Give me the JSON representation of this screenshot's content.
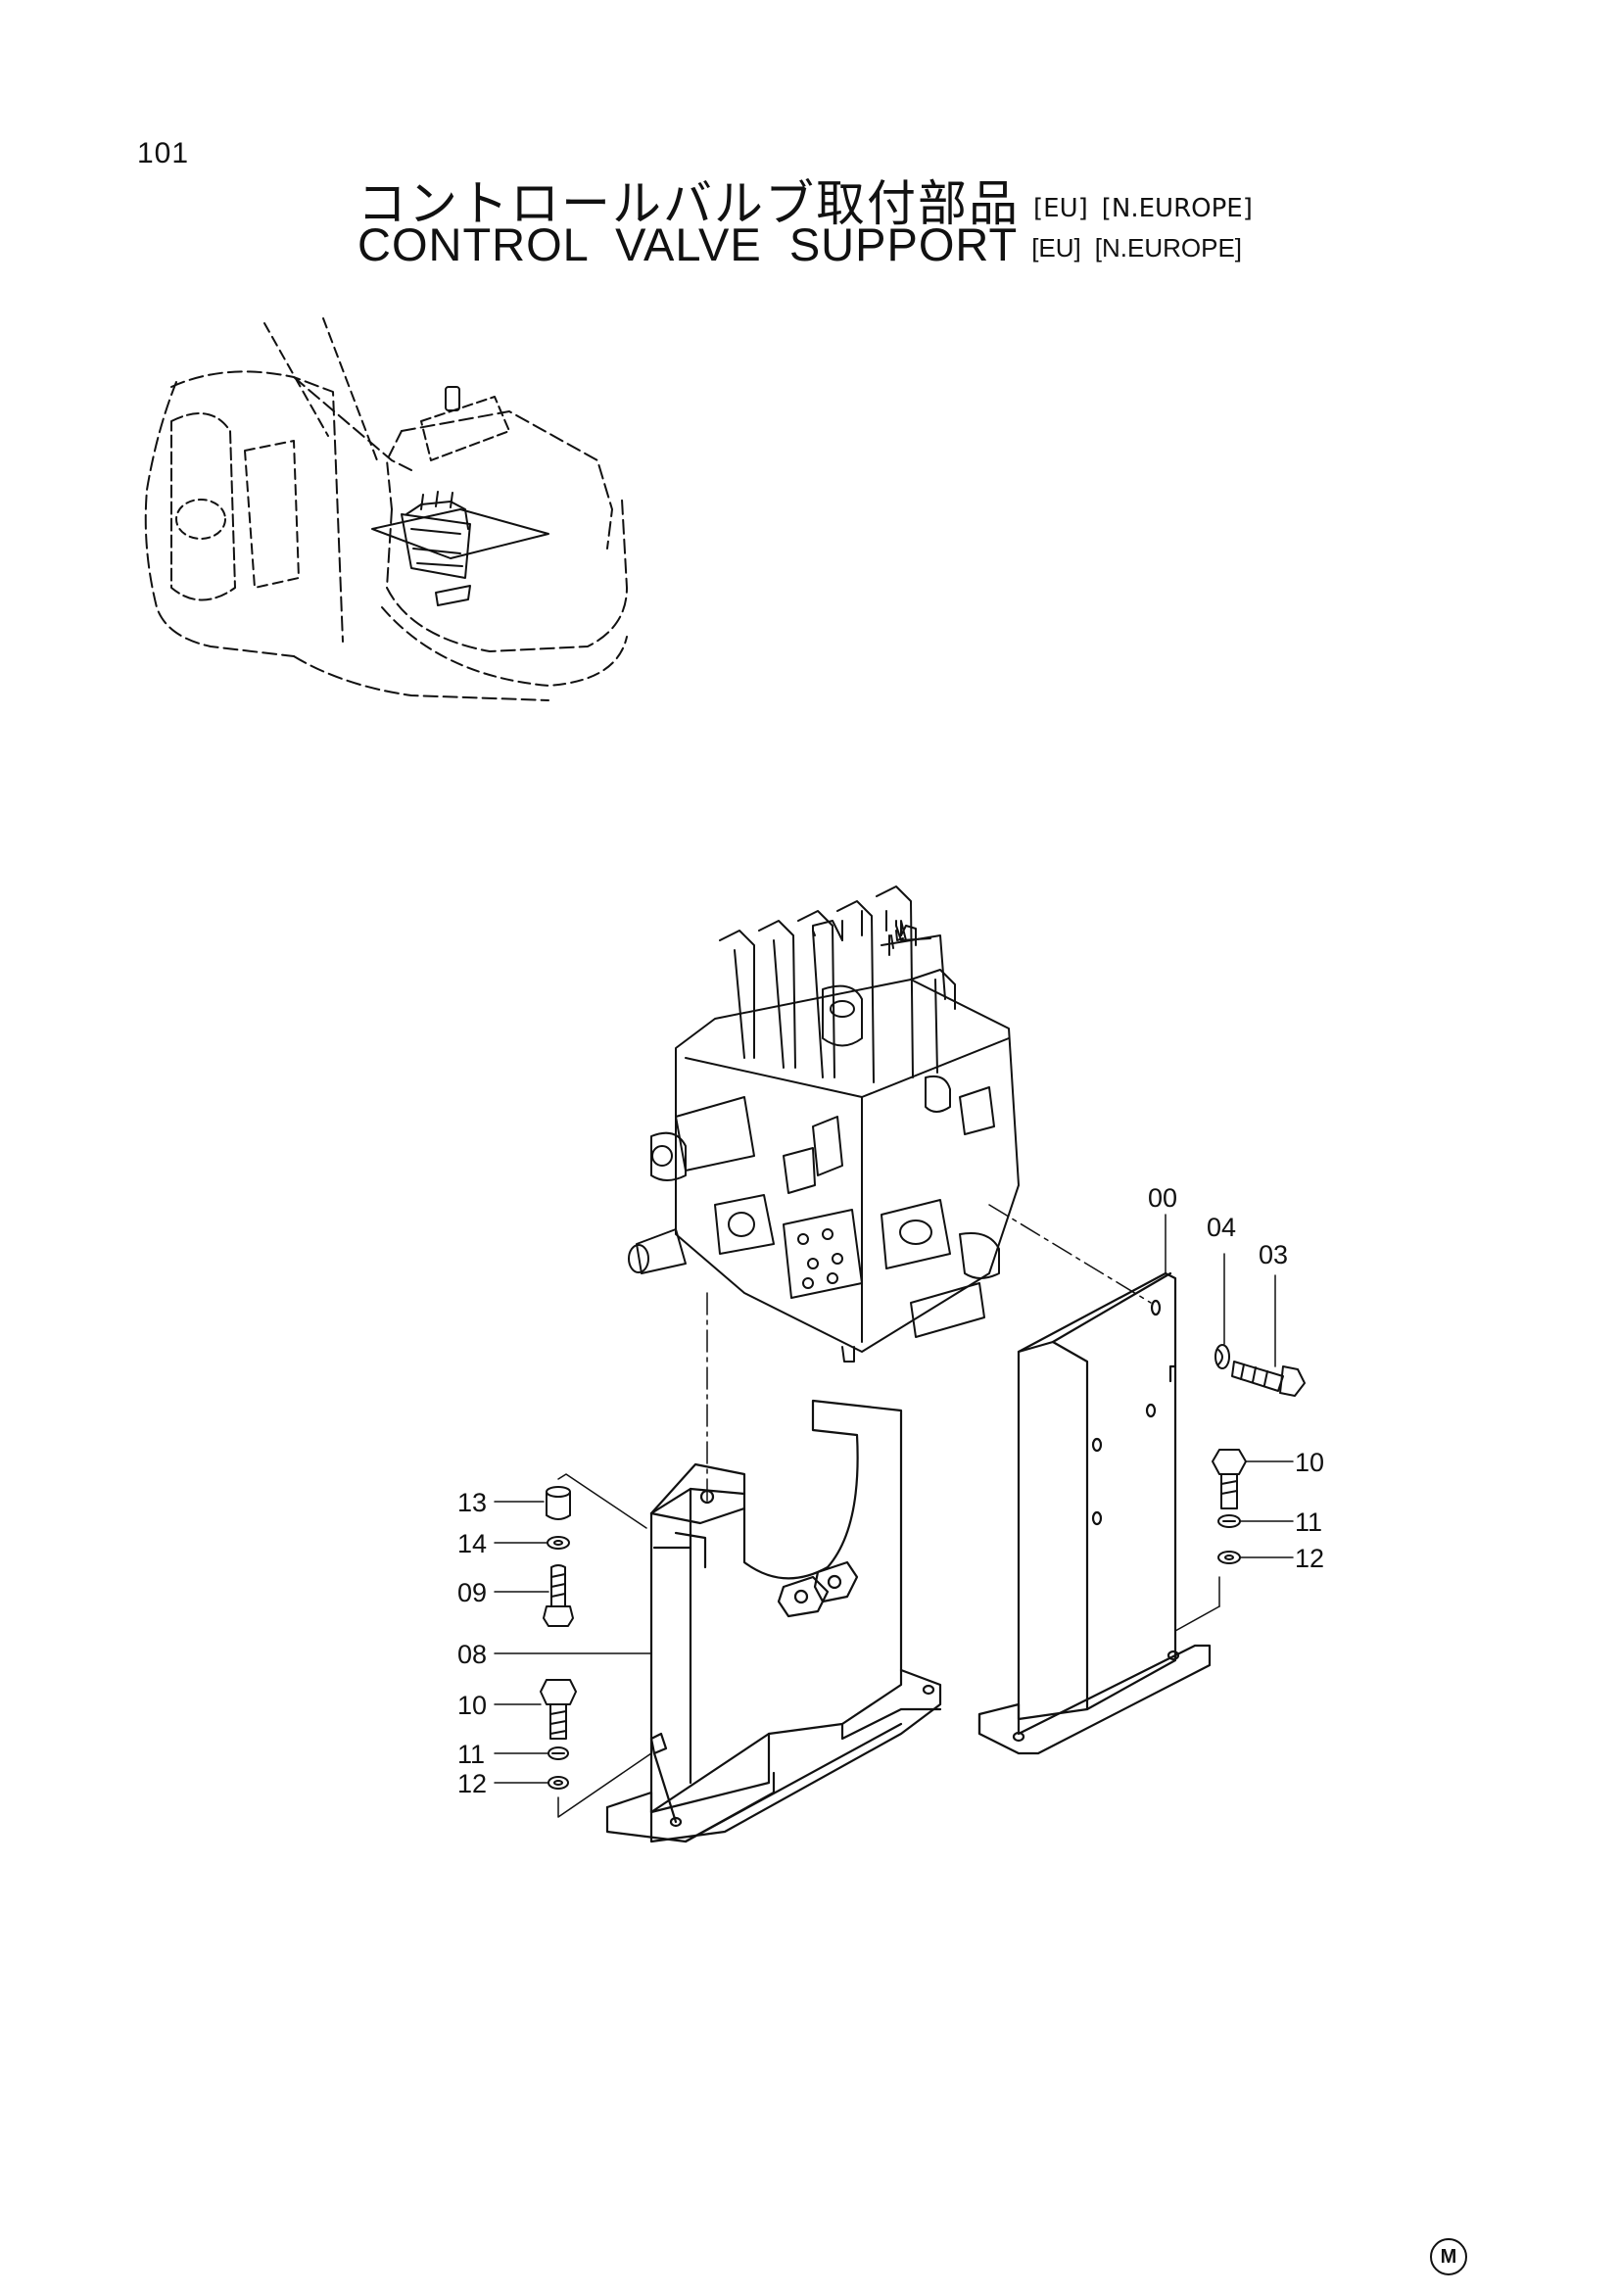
{
  "page_number": "101",
  "title_jp": {
    "text": "コントロールバルブ取付部品",
    "tag1": "[EU]",
    "tag2": "[N.EUROPE]"
  },
  "title_en": {
    "text": "CONTROL  VALVE  SUPPORT",
    "tag1": "[EU]",
    "tag2": "[N.EUROPE]"
  },
  "callouts": {
    "c00": "00",
    "c04": "04",
    "c03": "03",
    "c10r": "10",
    "c11r": "11",
    "c12r": "12",
    "c13": "13",
    "c14": "14",
    "c09": "09",
    "c08": "08",
    "c10l": "10",
    "c11l": "11",
    "c12l": "12"
  },
  "corner_mark": "M"
}
